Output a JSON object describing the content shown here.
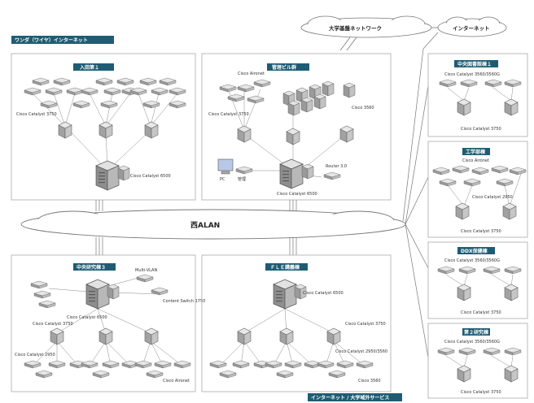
{
  "title_badge": "ワンダ（ワイヤ）インターネット",
  "bottom_badge": "インターネット / 大学域外サービス",
  "backbone_label": "西ALAN",
  "external": {
    "cloud_campus": "大学基盤ネットワーク",
    "cloud_internet": "インターネット"
  },
  "regions": {
    "r1": {
      "title": "入田第１",
      "core_label": "Cisco Catalyst 6500",
      "dist_label": "Cisco Catalyst 3750"
    },
    "r2": {
      "title": "管理ビル群",
      "top_label": "Cisco Aironet",
      "core_label": "Cisco Catalyst 6500",
      "dist_label": "Cisco Catalyst 3750",
      "server_label": "Cisco 3560",
      "pc_label": "PC",
      "nms_label": "管理",
      "rtr_label": "Router 3.0"
    },
    "r3": {
      "title": "中央研究棟３",
      "core_label": "Cisco Catalyst 6500",
      "dist_label": "Cisco Catalyst 3750",
      "top_label": "Multi-VLAN",
      "extra_label": "Content Switch 1750",
      "edge_label": "Cisco Catalyst 2950",
      "ap_label": "Cisco Aironet"
    },
    "r4": {
      "title": "ＦＬＥ講義棟",
      "core_label": "Cisco Catalyst 6500",
      "dist_label": "Cisco Catalyst 3750",
      "edge_label": "Cisco Catalyst 2950/3560",
      "sw_label": "Cisco 3560"
    }
  },
  "side_boxes": [
    {
      "title": "中央図書館棟１",
      "top_label": "Cisco Catalyst 3560/3560G",
      "bot_label": "Cisco Catalyst 3750"
    },
    {
      "title": "工学部棟",
      "top_label": "Cisco Aironet",
      "mid_label": "Cisco Catalyst 2950",
      "bot_label": "Cisco Catalyst 3750"
    },
    {
      "title": "DDX保健棟",
      "top_label": "Cisco Catalyst 3560/3560G",
      "bot_label": "Cisco Catalyst 3750"
    },
    {
      "title": "第２研究棟",
      "top_label": "Cisco Catalyst 3560/3560G",
      "bot_label": "Cisco Catalyst 3750"
    }
  ],
  "colors": {
    "badge": "#1f5c73",
    "line": "#7a7a7a",
    "device_face": "#cfcfcf",
    "device_dark": "#8a8a8a"
  }
}
